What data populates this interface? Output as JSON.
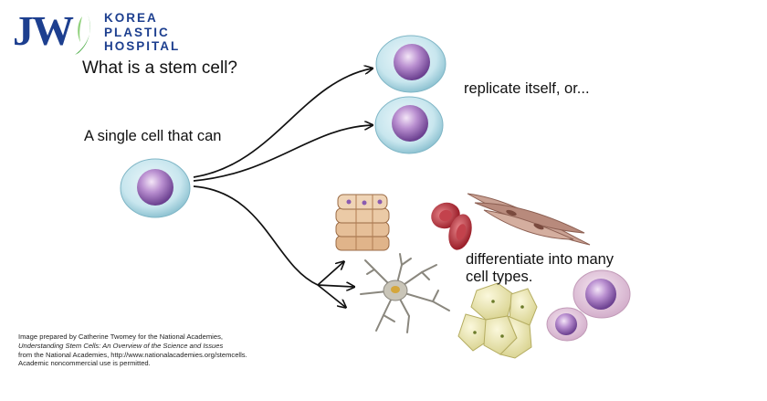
{
  "logo": {
    "monogram": "JW",
    "lines": [
      "KOREA",
      "PLASTIC",
      "HOSPITAL"
    ],
    "colors": {
      "navy": "#1d3f8f",
      "green": "#4fae4a"
    }
  },
  "diagram": {
    "question": "What is a stem cell?",
    "intro": "A single cell that can",
    "replicate": "replicate itself, or...",
    "differentiate": [
      "differentiate into many",
      "cell types."
    ]
  },
  "credit": {
    "line1": "Image prepared by Catherine Twomey for the National Academies,",
    "line2": "Understanding Stem Cells: An Overview of the Science and Issues",
    "line3": "from the National Academies, http://www.nationalacademies.org/stemcells.",
    "line4": "Academic noncommercial use is permitted."
  }
}
